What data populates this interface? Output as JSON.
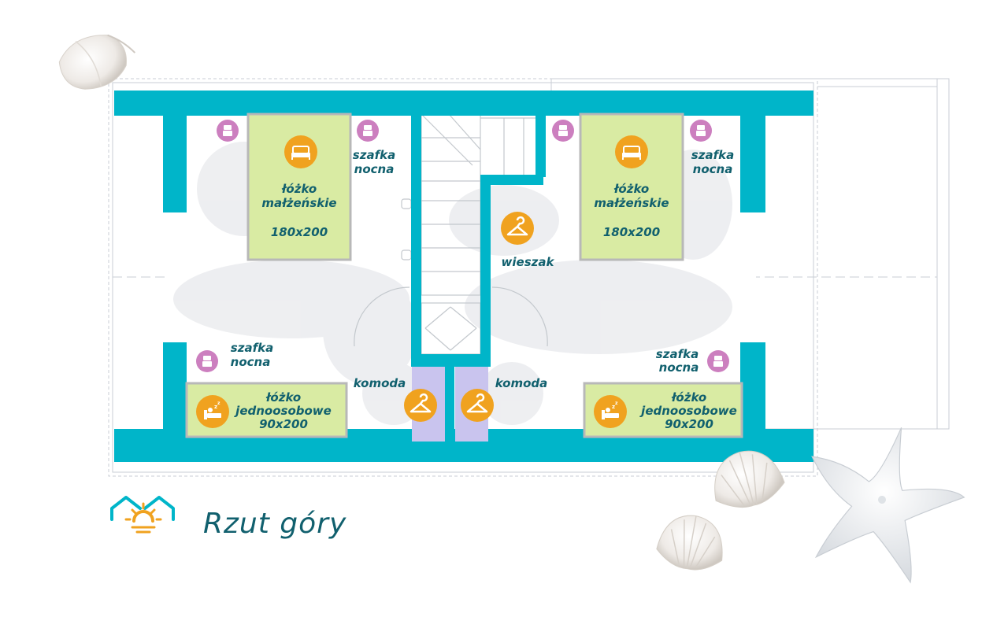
{
  "caption": "Rzut góry",
  "colors": {
    "wall": "#00b5c9",
    "bed": "#d9eba3",
    "bed_border": "#b8b8b8",
    "nightstand_icon": "#cc7fbf",
    "orange_icon": "#f0a21f",
    "dresser": "#c9c4ee",
    "text": "#11606e"
  },
  "labels": {
    "nightstand": [
      "szafka",
      "nocna"
    ],
    "double_bed": [
      "łóżko",
      "małżeńskie"
    ],
    "double_bed_size": "180x200",
    "single_bed": [
      "łóżko",
      "jednoosobowe"
    ],
    "single_bed_size": "90x200",
    "hanger": "wieszak",
    "dresser": "komoda"
  },
  "icons": {
    "nightstand": "nightstand-icon",
    "double_bed": "double-bed-icon",
    "single_bed": "sleeping-bed-icon",
    "hanger": "hanger-icon",
    "logo": "house-sun-logo",
    "decor": [
      "seashell-icon",
      "starfish-icon"
    ]
  }
}
